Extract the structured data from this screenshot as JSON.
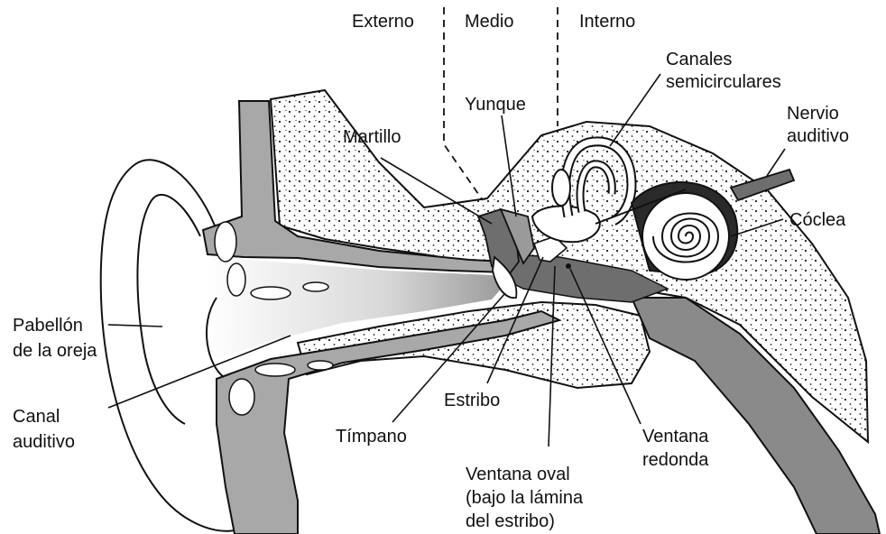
{
  "sections": {
    "externo": "Externo",
    "medio": "Medio",
    "interno": "Interno"
  },
  "labels": {
    "canales_1": "Canales",
    "canales_2": "semicirculares",
    "yunque": "Yunque",
    "nervio_1": "Nervio",
    "nervio_2": "auditivo",
    "martillo": "Martillo",
    "coclea": "Cóclea",
    "pabellon_1": "Pabellón",
    "pabellon_2": "de la oreja",
    "canal_1": "Canal",
    "canal_2": "auditivo",
    "estribo": "Estribo",
    "timpano": "Tímpano",
    "ventana_redonda_1": "Ventana",
    "ventana_redonda_2": "redonda",
    "ventana_oval_1": "Ventana oval",
    "ventana_oval_2": "(bajo la lámina",
    "ventana_oval_3": "del estribo)"
  },
  "colors": {
    "bone_dots": "#1a1a1a",
    "tissue_gray": "#a8a8a8",
    "dark_gray": "#6e6e6e",
    "line": "#111111"
  }
}
